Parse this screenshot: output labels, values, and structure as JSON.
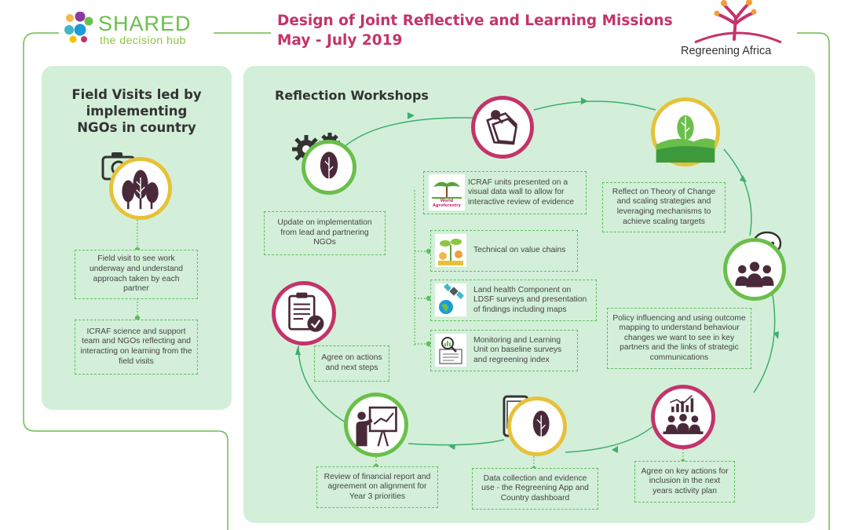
{
  "header": {
    "title_line1": "Design of Joint Reflective and Learning Missions",
    "title_line2": "May - July 2019",
    "logo_shared": "SHARED",
    "logo_shared_sub": "the decision hub",
    "logo_regreening": "Regreening Africa"
  },
  "left_panel": {
    "heading_line1": "Field Visits led by",
    "heading_line2": "implementing",
    "heading_line3": "NGOs in country",
    "box1": "Field visit to see work underway and understand approach taken by each partner",
    "box2": "ICRAF science and support team and NGOs reflecting and interacting on learning from the field visits"
  },
  "main_panel": {
    "heading": "Reflection Workshops",
    "steps": {
      "update": "Update on implementation from lead and partnering NGOs",
      "theory": "Reflect on Theory of Change and scaling strategies and leveraging mechanisms to achieve scaling targets",
      "policy": "Policy influencing and using outcome mapping to understand behaviour changes we want to see in key partners and the links of strategic communications",
      "key_actions": "Agree on key actions for inclusion in the next years activity plan",
      "data": "Data collection and evidence use - the Regreening App and Country dashboard",
      "financial": "Review of financial report and agreement on alignment for Year 3 priorities",
      "agree": "Agree on actions and next steps"
    },
    "icraf": {
      "wall": "ICRAF units presented on a visual data wall to allow for interactive review of evidence",
      "wall_logo_text": "World Agroforestry",
      "value_chains": "Technical on value chains",
      "land_health": "Land health Component on LDSF surveys and presentation of findings including maps",
      "monitoring": "Monitoring and Learning Unit on baseline surveys and regreening index"
    }
  },
  "colors": {
    "magenta": "#c4336a",
    "green": "#6abf4b",
    "panel": "#d3efd9",
    "arrow": "#3dae6e",
    "yellow": "#e6c23a"
  }
}
